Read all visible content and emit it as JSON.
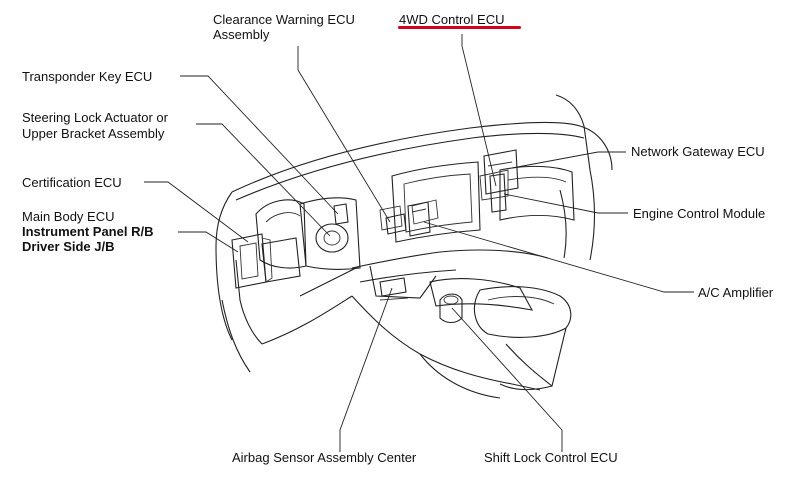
{
  "labels": {
    "clearance_warning_line1": "Clearance Warning ECU",
    "clearance_warning_line2": "Assembly",
    "fourwd_control": "4WD Control ECU",
    "transponder_key": "Transponder Key ECU",
    "steering_lock_line1": "Steering Lock Actuator or",
    "steering_lock_line2": "Upper Bracket Assembly",
    "network_gateway": "Network Gateway ECU",
    "certification": "Certification ECU",
    "engine_control": "Engine Control Module",
    "main_body": "Main Body ECU",
    "instrument_panel_rb": "Instrument Panel R/B",
    "driver_side_jb": "Driver Side J/B",
    "ac_amplifier": "A/C Amplifier",
    "airbag_sensor": "Airbag Sensor Assembly Center",
    "shift_lock": "Shift Lock Control ECU"
  },
  "colors": {
    "highlight_underline": "#d6001c",
    "line_art": "#222222",
    "text": "#111111"
  }
}
